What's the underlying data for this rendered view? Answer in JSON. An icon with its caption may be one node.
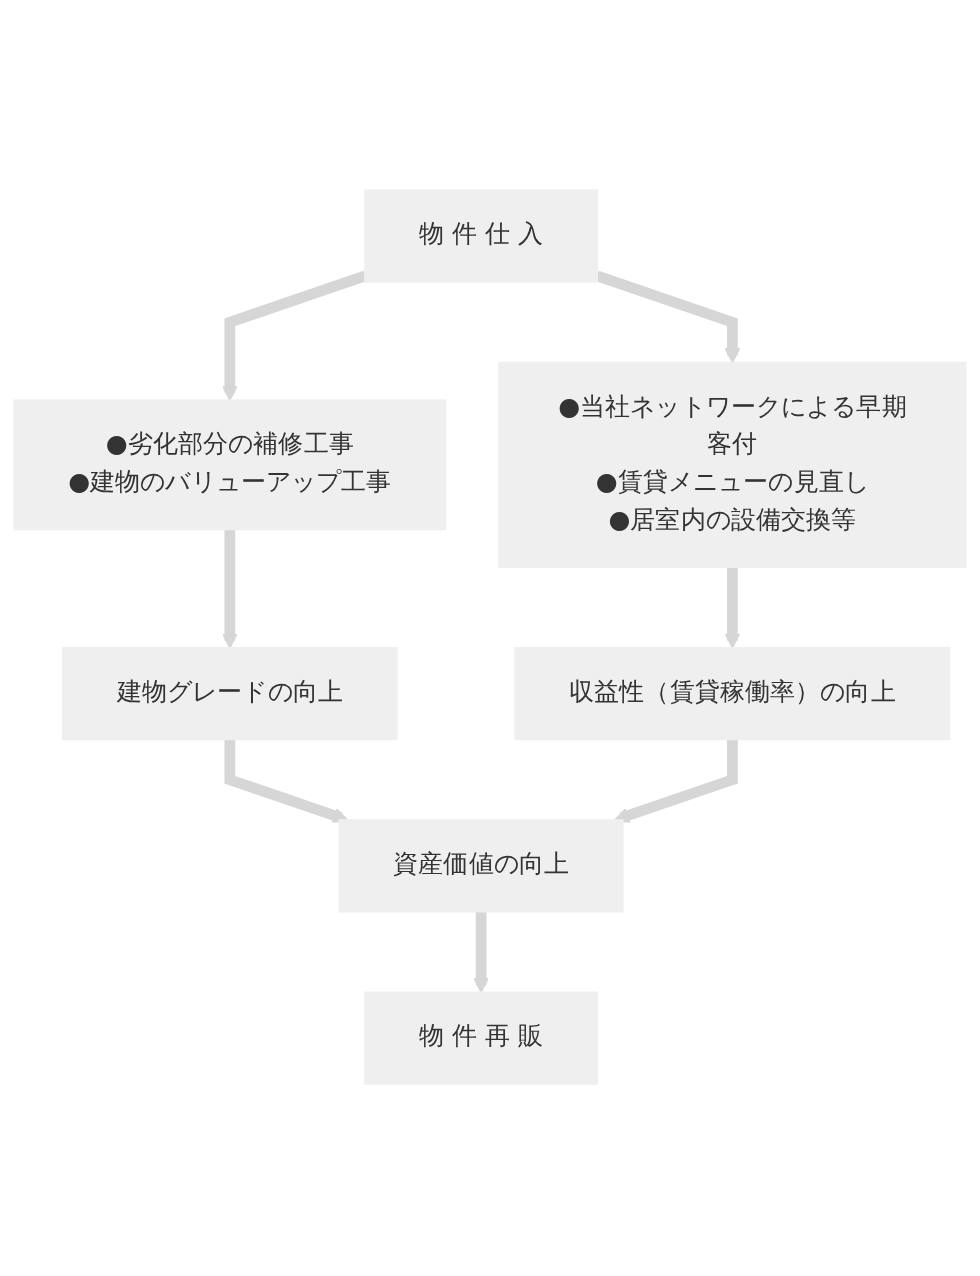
{
  "diagram": {
    "nodes": [
      {
        "text": [
          "物 件 仕 入"
        ]
      },
      {
        "text": [
          "●劣化部分の補修工事",
          "●建物のバリューアップ工事"
        ]
      },
      {
        "text": [
          "●当社ネットワークによる早期客付",
          "●賃貸メニューの見直し",
          "●居室内の設備交換等"
        ]
      },
      {
        "text": [
          "建物グレードの向上"
        ]
      },
      {
        "text": [
          "収益性（賃貸稼働率）の向上"
        ]
      },
      {
        "text": [
          "資産価値の向上"
        ]
      },
      {
        "text": [
          "物 件 再 販"
        ]
      }
    ],
    "edges": [
      {
        "from": 0,
        "to": 1,
        "arrow": "to"
      },
      {
        "from": 0,
        "to": 2,
        "arrow": "to"
      },
      {
        "from": 1,
        "to": 3,
        "arrow": "to"
      },
      {
        "from": 2,
        "to": 4,
        "arrow": "to"
      },
      {
        "from": 3,
        "to": 5,
        "arrow": "to"
      },
      {
        "from": 4,
        "to": 5,
        "arrow": "to"
      },
      {
        "from": 5,
        "to": 6,
        "arrow": "to"
      }
    ]
  }
}
